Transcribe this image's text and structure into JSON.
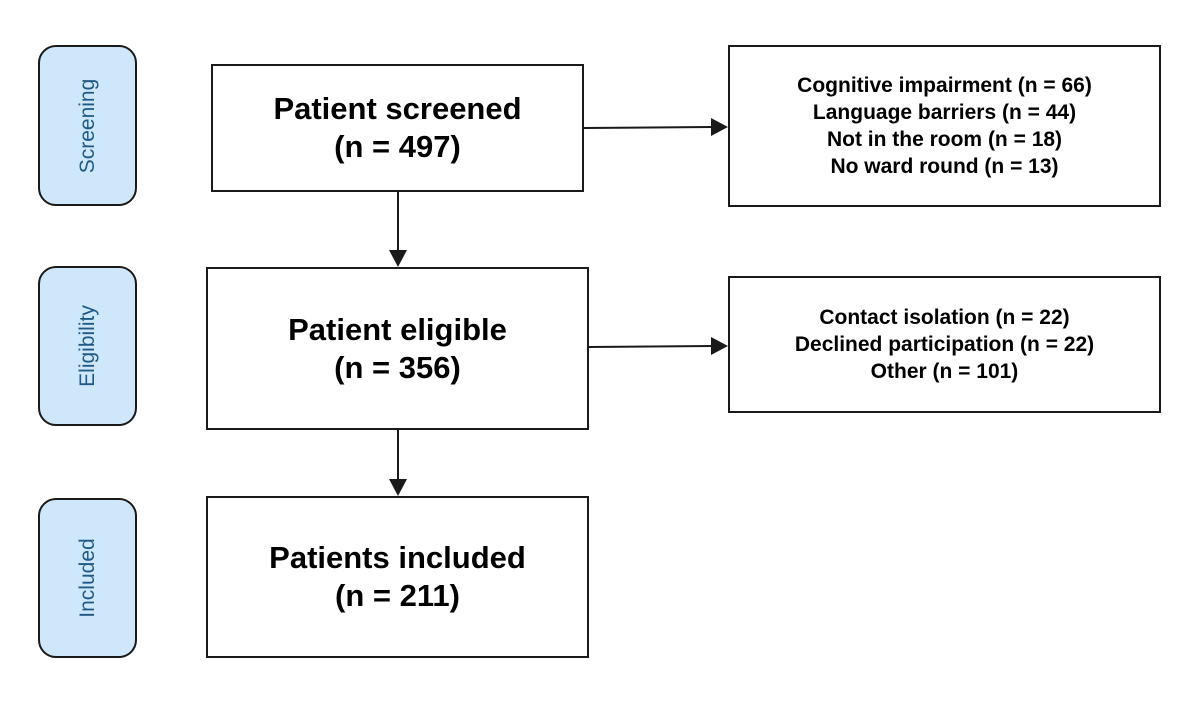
{
  "stages": [
    {
      "id": "screening",
      "label": "Screening"
    },
    {
      "id": "eligibility",
      "label": "Eligibility"
    },
    {
      "id": "included",
      "label": "Included"
    }
  ],
  "main_boxes": {
    "screened": {
      "title": "Patient screened",
      "count": "(n = 497)"
    },
    "eligible": {
      "title": "Patient eligible",
      "count": "(n = 356)"
    },
    "included": {
      "title": "Patients included",
      "count": "(n = 211)"
    }
  },
  "exclusions": {
    "screening": [
      "Cognitive impairment (n = 66)",
      "Language barriers (n = 44)",
      "Not in the room (n = 18)",
      "No ward round (n = 13)"
    ],
    "eligibility": [
      "Contact isolation (n = 22)",
      "Declined participation (n = 22)",
      "Other (n = 101)"
    ]
  },
  "colors": {
    "stage_fill": "#cfe7fb",
    "stage_text": "#1f5a86",
    "border": "#1a1a1a"
  }
}
